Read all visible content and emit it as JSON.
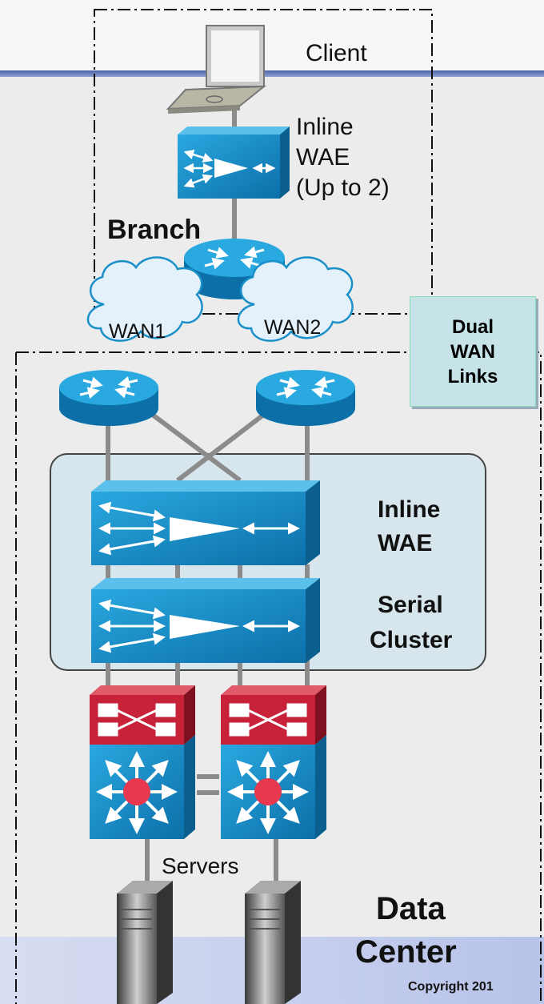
{
  "labels": {
    "client": "Client",
    "inline_wae_top": [
      "Inline",
      "WAE",
      "(Up to 2)"
    ],
    "branch": "Branch",
    "wan1": "WAN1",
    "wan2": "WAN2",
    "dual_wan_links": [
      "Dual",
      "WAN",
      "Links"
    ],
    "inline_wae_dc": [
      "Inline",
      "WAE"
    ],
    "serial_cluster": [
      "Serial",
      "Cluster"
    ],
    "servers": "Servers",
    "data_center": [
      "Data",
      "Center"
    ],
    "copyright": "Copyright 201"
  },
  "colors": {
    "device_blue": "#1a8fc8",
    "firewall_red": "#c8213a",
    "cluster_fill": "#d7e6ec",
    "cloud_fill": "#e4f1fa",
    "dual_box_fill": "#c6e3e8"
  },
  "icons": [
    "laptop-icon",
    "wae-appliance-icon",
    "router-icon",
    "cloud-icon",
    "multilayer-switch-icon",
    "firewall-module-icon",
    "server-icon"
  ]
}
